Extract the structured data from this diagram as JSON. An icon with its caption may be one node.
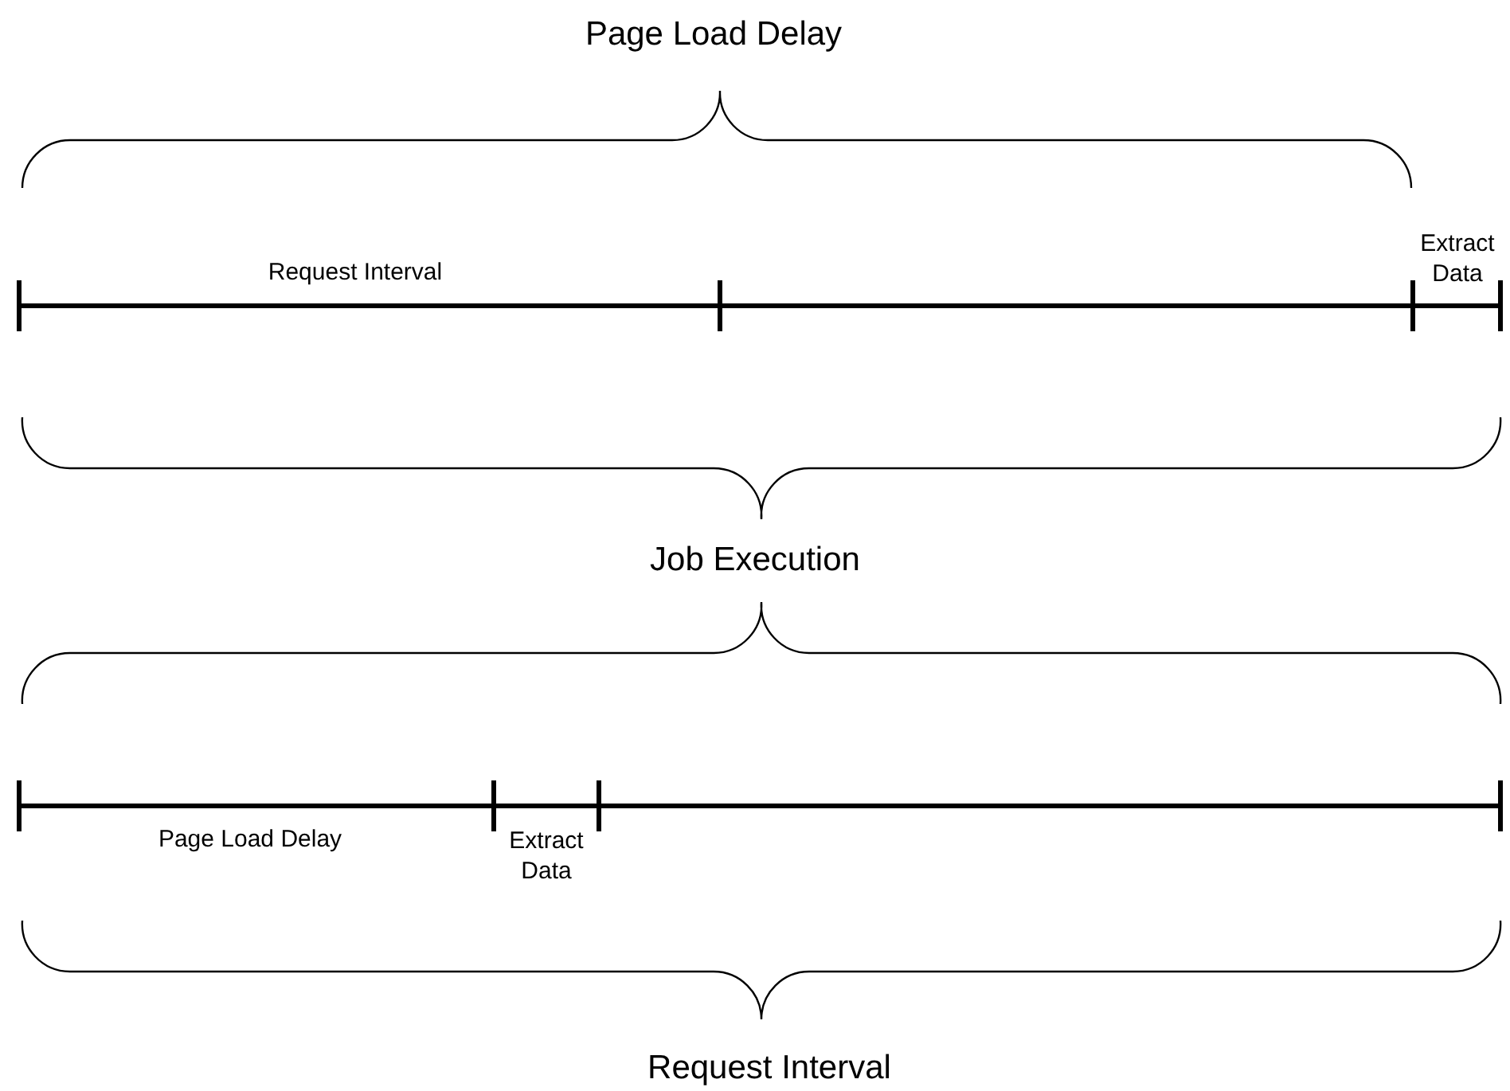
{
  "diagram": {
    "labels": [
      "Page Load Delay",
      "Request Interval",
      "Extract Data",
      "Job Execution",
      "Page Load Delay",
      "Extract Data",
      "Request Interval"
    ]
  }
}
